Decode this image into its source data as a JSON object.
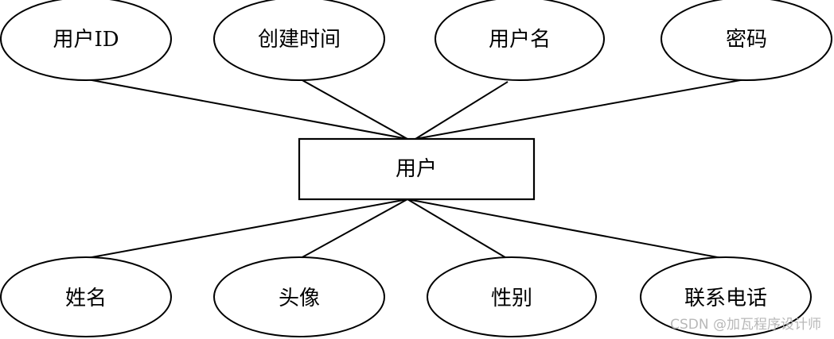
{
  "entity": {
    "label": "用户"
  },
  "attributes": {
    "user_id": "用户ID",
    "created_time": "创建时间",
    "username": "用户名",
    "password": "密码",
    "name": "姓名",
    "avatar": "头像",
    "gender": "性别",
    "phone": "联系电话"
  },
  "watermark": "CSDN @加瓦程序设计师"
}
